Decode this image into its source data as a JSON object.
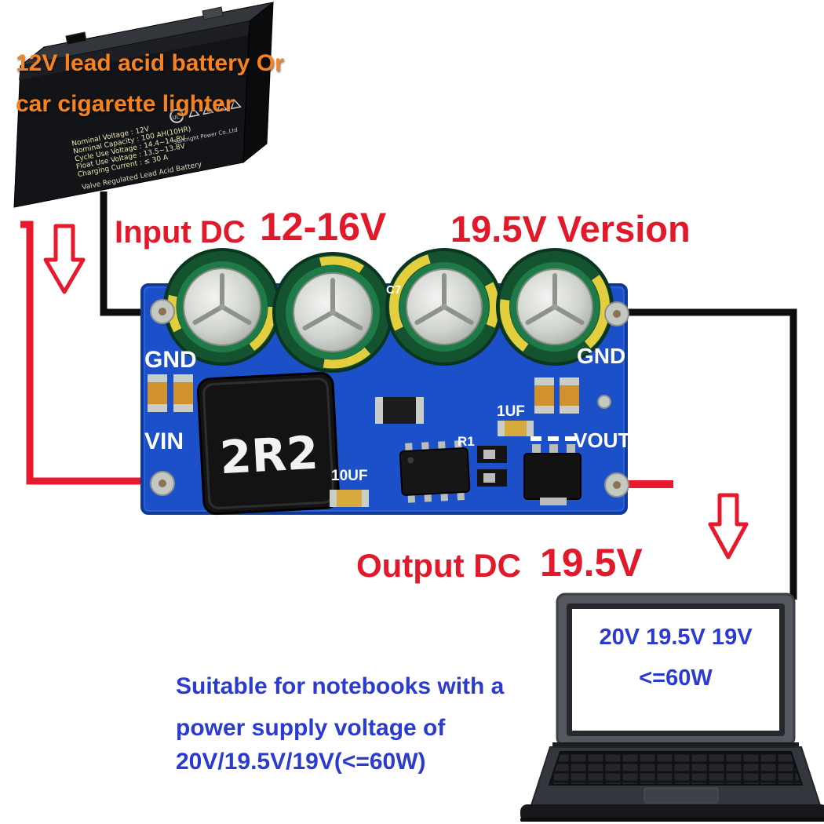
{
  "colors": {
    "annotation_red": "#e2192a",
    "annotation_orange": "#f6831f",
    "annotation_blue": "#2b3bd1",
    "pcb_blue": "#1c50c8"
  },
  "battery": {
    "overlay_line1": "12V lead acid battery Or",
    "overlay_line2": "car cigarette lighter",
    "specs": [
      "Nominal Voltage : 12V",
      "Nominal Capacity : 100 AH(10HR)",
      "Cycle Use Voltage : 14.4~14.8V",
      "Float Use Voltage : 13.5~13.8V",
      "Charging Current : ≤ 30 A"
    ],
    "brand": "Suntright Power Co.,Ltd",
    "type_label": "Valve Regulated Lead Acid Battery",
    "ul_mark": "UL"
  },
  "annotations": {
    "input_label": "Input DC",
    "input_value": "12-16V",
    "version": "19.5V Version",
    "output_label": "Output DC",
    "output_value": "19.5V"
  },
  "module": {
    "silkscreen": {
      "gnd_left": "GND",
      "gnd_right": "GND",
      "vin": "VIN",
      "vout": "VOUT",
      "c7": "C7",
      "r1": "R1",
      "cap_1uf": "1UF",
      "cap_10uf": "10UF"
    },
    "inductor_marking": "2R2"
  },
  "laptop": {
    "screen_line1": "20V 19.5V 19V",
    "screen_line2": "<=60W"
  },
  "caption": {
    "line1": "Suitable for notebooks with a",
    "line2": "power supply voltage of",
    "line3": "20V/19.5V/19V(<=60W)"
  }
}
